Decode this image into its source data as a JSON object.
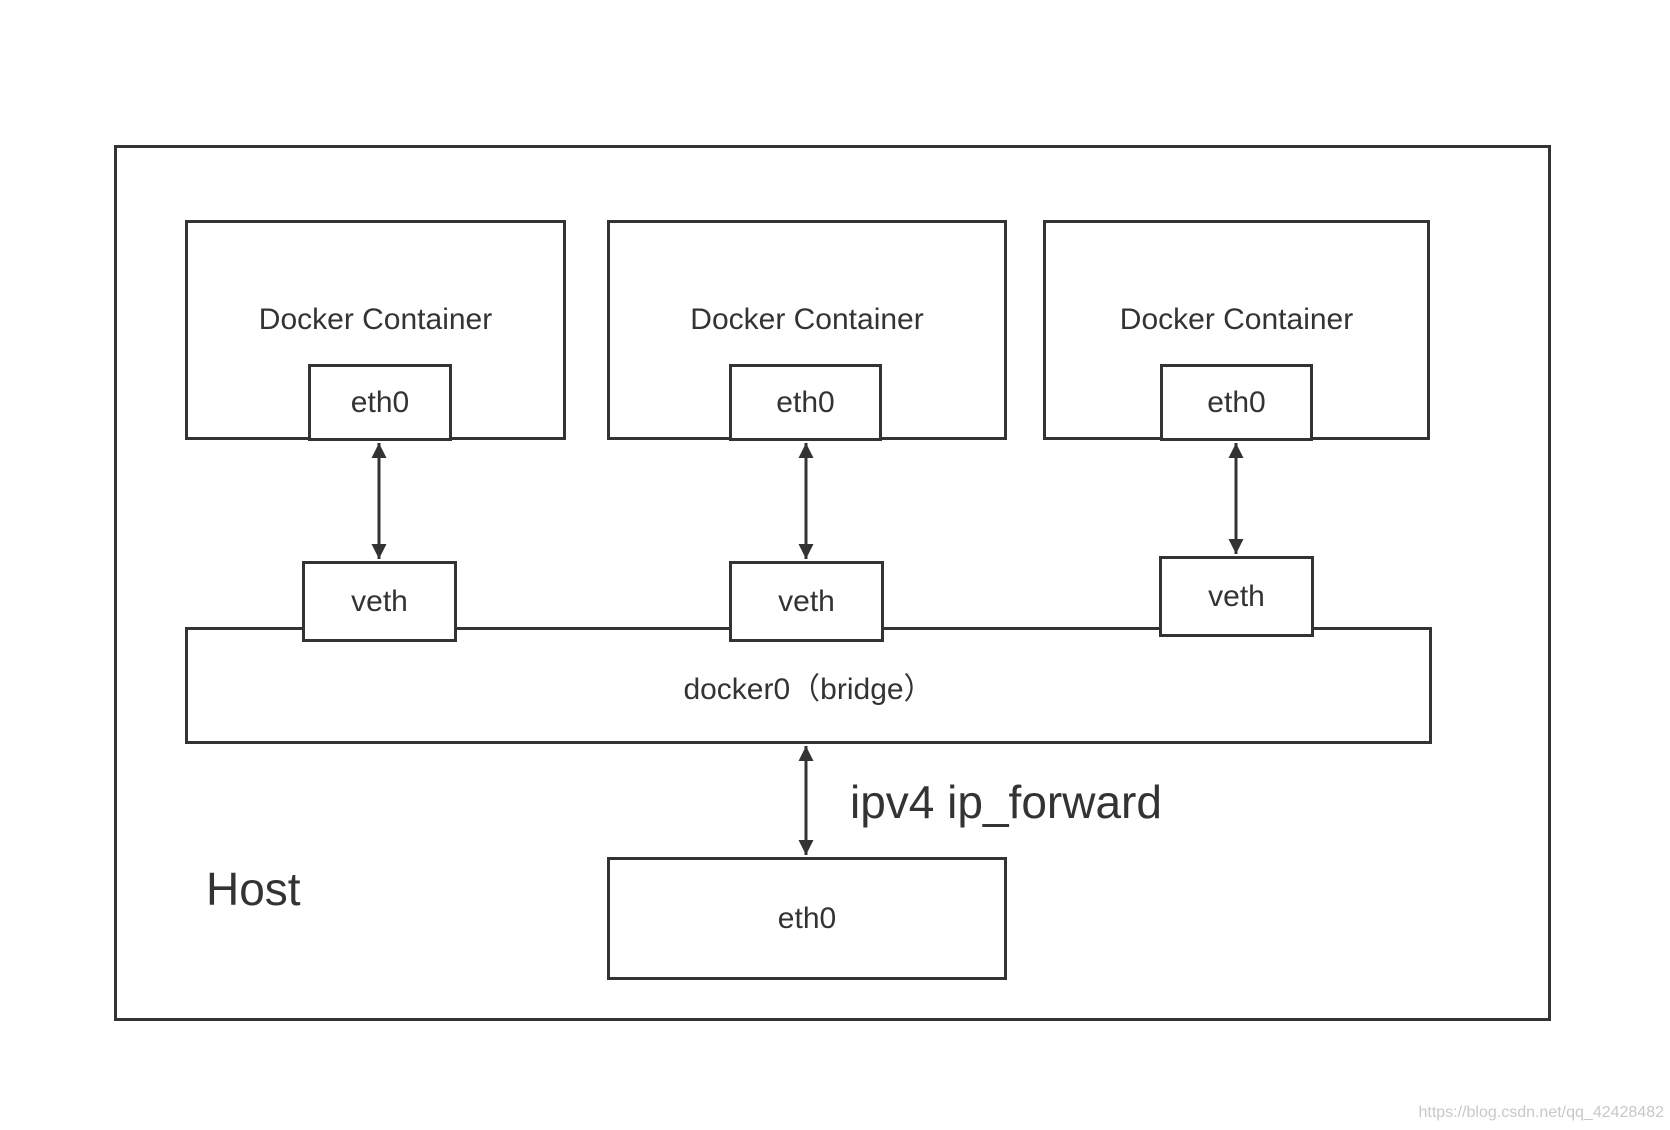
{
  "host": {
    "label": "Host"
  },
  "containers": [
    {
      "title": "Docker Container",
      "interface": "eth0",
      "veth": "veth"
    },
    {
      "title": "Docker Container",
      "interface": "eth0",
      "veth": "veth"
    },
    {
      "title": "Docker Container",
      "interface": "eth0",
      "veth": "veth"
    }
  ],
  "bridge": {
    "label": "docker0（bridge）"
  },
  "forward": {
    "label": "ipv4 ip_forward"
  },
  "host_interface": {
    "label": "eth0"
  },
  "watermark": "https://blog.csdn.net/qq_42428482",
  "colors": {
    "stroke": "#333333",
    "background": "#ffffff",
    "watermark": "#c8c8c8"
  }
}
